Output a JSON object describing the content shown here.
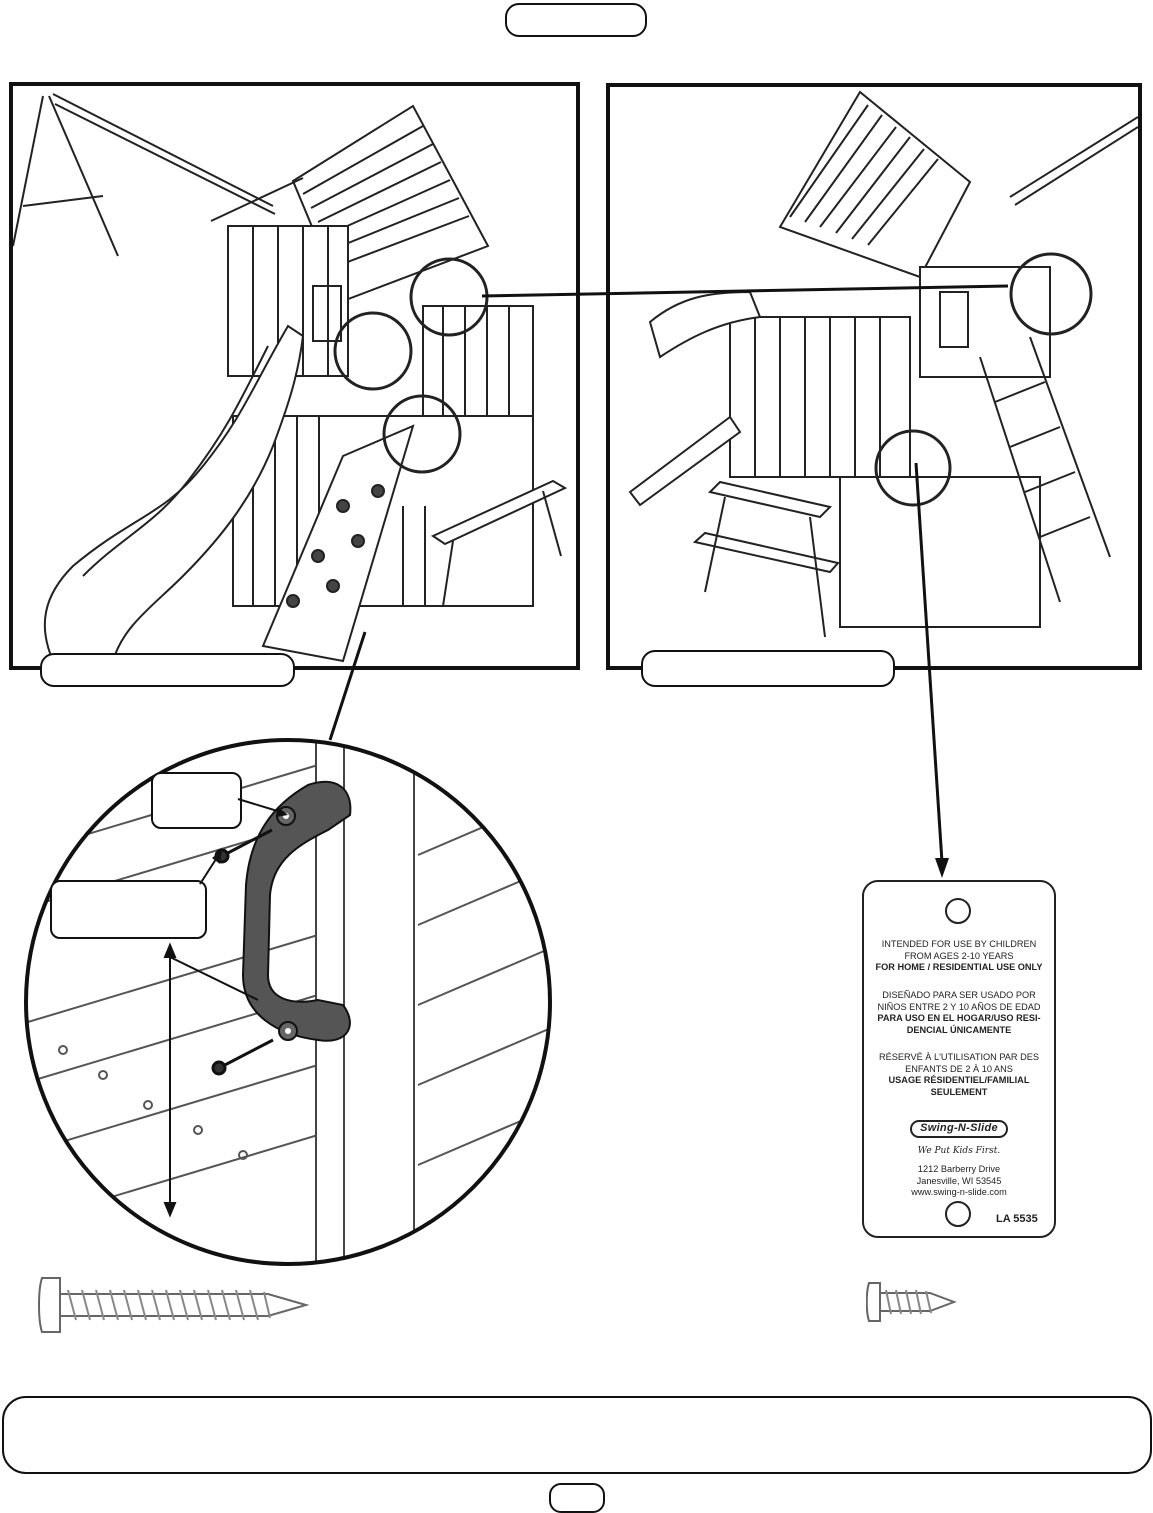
{
  "header": {
    "step_label": ""
  },
  "panels": [
    {
      "caption": ""
    },
    {
      "caption": ""
    }
  ],
  "callouts": {
    "washer_label": "",
    "screw_label": "",
    "dimension_label": ""
  },
  "tag": {
    "english": [
      "INTENDED FOR USE BY CHILDREN",
      "FROM AGES 2-10 YEARS"
    ],
    "english_bold": "FOR HOME / RESIDENTIAL USE ONLY",
    "spanish": [
      "DISEÑADO PARA SER USADO POR",
      "NIÑOS ENTRE 2 Y 10 AÑOS DE EDAD"
    ],
    "spanish_bold": [
      "PARA USO EN EL HOGAR/USO RESI-",
      "DENCIAL ÚNICAMENTE"
    ],
    "french": [
      "RÉSERVÉ À L'UTILISATION PAR DES",
      "ENFANTS DE 2 À 10 ANS"
    ],
    "french_bold": [
      "USAGE RÉSIDENTIEL/FAMILIAL",
      "SEULEMENT"
    ],
    "brand": "Swing-N-Slide",
    "slogan": "We Put Kids First.",
    "address": [
      "1212 Barberry Drive",
      "Janesville, WI 53545",
      "www.swing-n-slide.com"
    ],
    "part_number": "LA 5535"
  },
  "footer": {
    "note": "",
    "page_number": ""
  }
}
